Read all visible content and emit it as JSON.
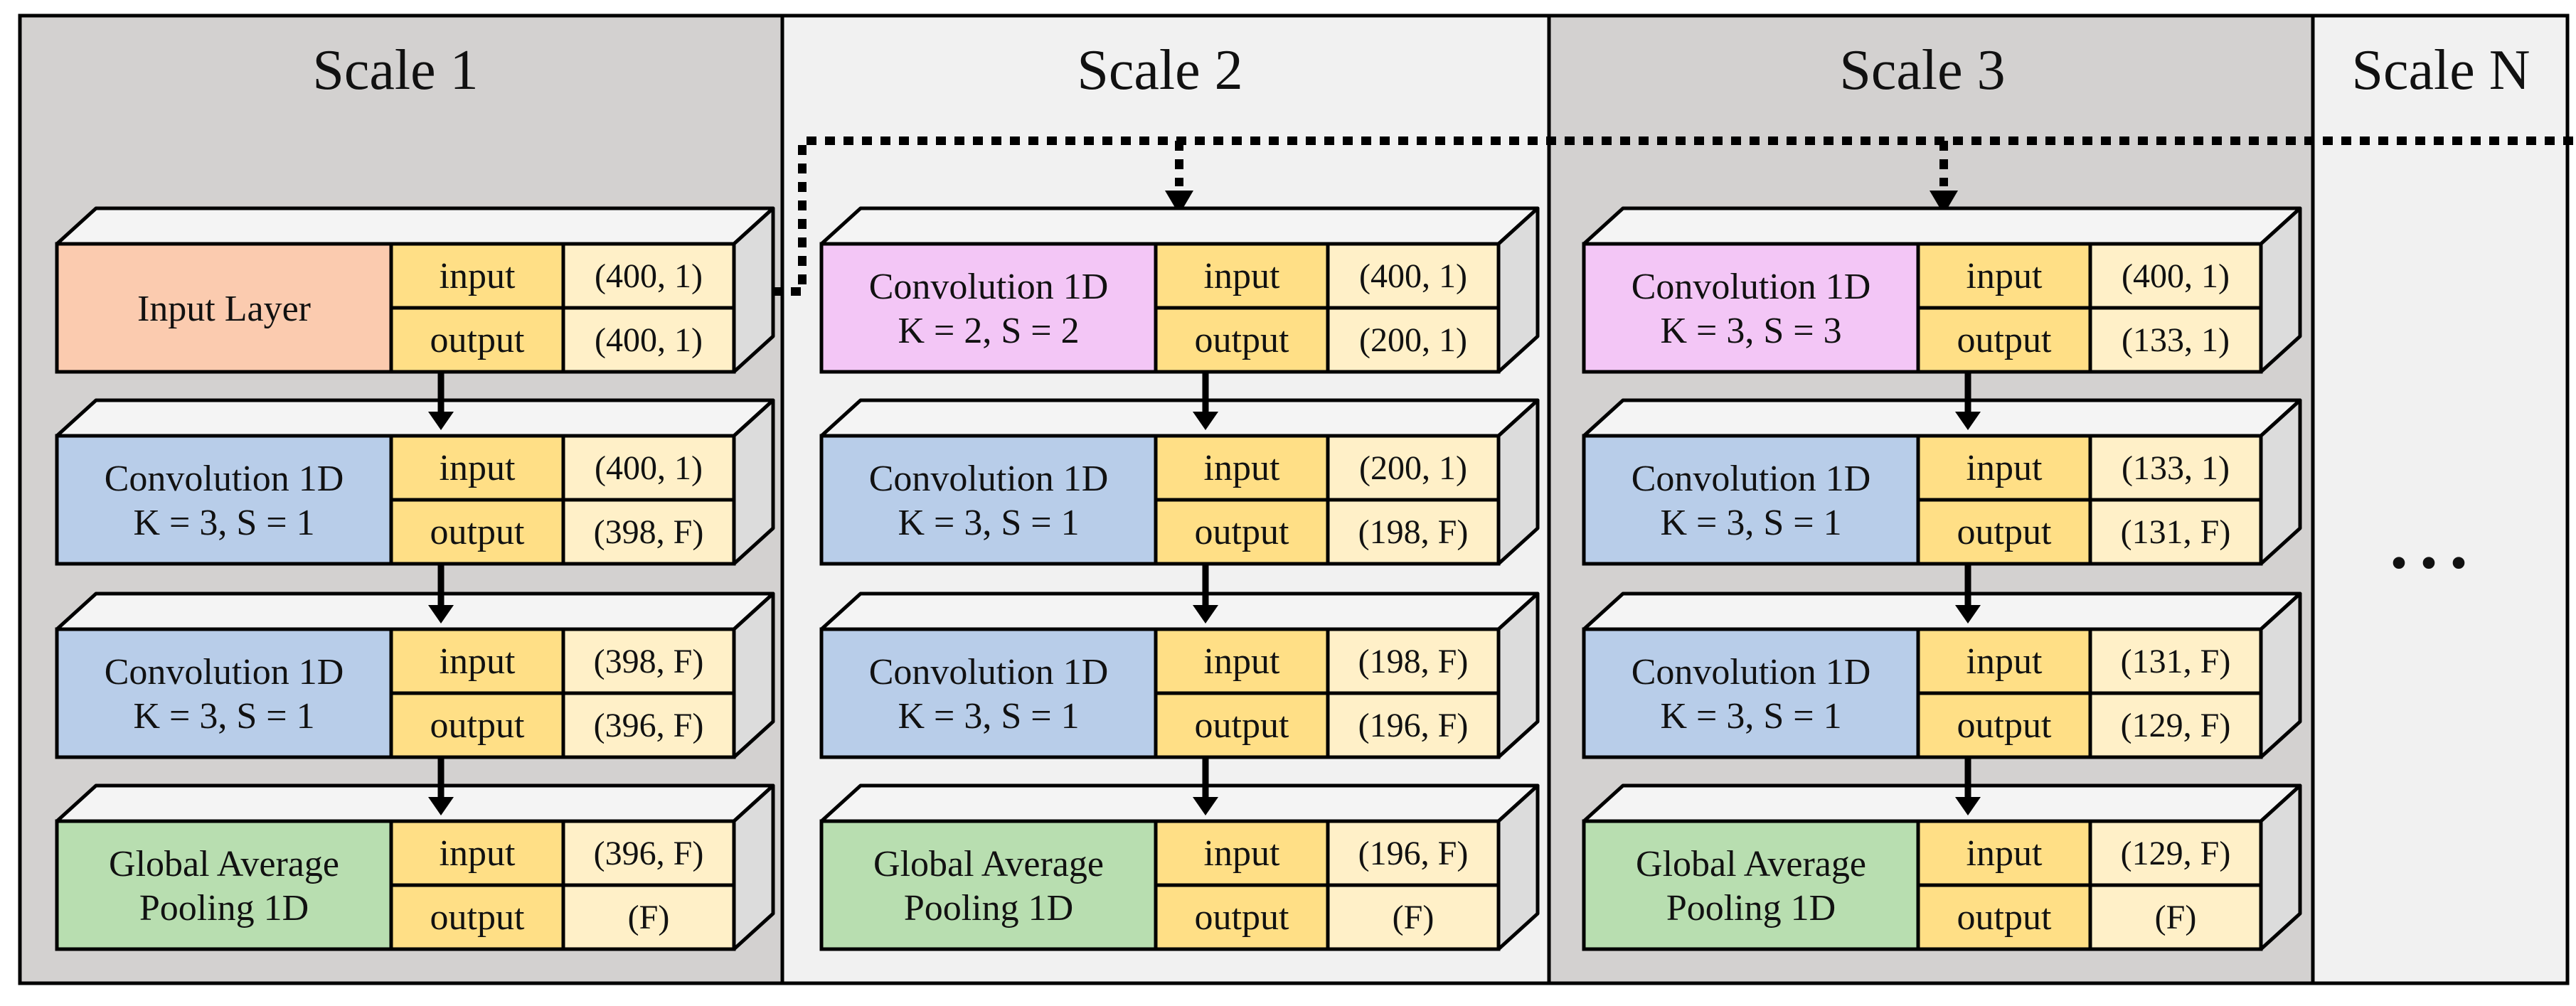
{
  "colors": {
    "panel_dark": "#d3d1d0",
    "panel_light": "#f1f1f1",
    "input_layer": "#fbcbaf",
    "conv_scale": "#f3c6f6",
    "conv": "#b8cde9",
    "pool": "#b8deb0",
    "io_cell": "#ffdf86",
    "value_cell": "#fff0c8",
    "face_top": "#f4f4f4",
    "face_side": "#dcdcdc",
    "stroke": "#000000"
  },
  "scales": [
    {
      "title": "Scale 1",
      "blocks": [
        {
          "label": [
            "Input Layer"
          ],
          "kind": "input_layer",
          "rows": [
            {
              "io": "input",
              "value": "(400, 1)"
            },
            {
              "io": "output",
              "value": "(400, 1)"
            }
          ]
        },
        {
          "label": [
            "Convolution 1D",
            "K = 3, S = 1"
          ],
          "kind": "conv",
          "rows": [
            {
              "io": "input",
              "value": "(400, 1)"
            },
            {
              "io": "output",
              "value": "(398, F)"
            }
          ]
        },
        {
          "label": [
            "Convolution 1D",
            "K = 3, S = 1"
          ],
          "kind": "conv",
          "rows": [
            {
              "io": "input",
              "value": "(398, F)"
            },
            {
              "io": "output",
              "value": "(396, F)"
            }
          ]
        },
        {
          "label": [
            "Global Average",
            "Pooling 1D"
          ],
          "kind": "pool",
          "rows": [
            {
              "io": "input",
              "value": "(396, F)"
            },
            {
              "io": "output",
              "value": "(F)"
            }
          ]
        }
      ]
    },
    {
      "title": "Scale 2",
      "blocks": [
        {
          "label": [
            "Convolution 1D",
            "K = 2, S = 2"
          ],
          "kind": "conv_scale",
          "rows": [
            {
              "io": "input",
              "value": "(400, 1)"
            },
            {
              "io": "output",
              "value": "(200, 1)"
            }
          ]
        },
        {
          "label": [
            "Convolution 1D",
            "K = 3, S = 1"
          ],
          "kind": "conv",
          "rows": [
            {
              "io": "input",
              "value": "(200, 1)"
            },
            {
              "io": "output",
              "value": "(198, F)"
            }
          ]
        },
        {
          "label": [
            "Convolution 1D",
            "K = 3, S = 1"
          ],
          "kind": "conv",
          "rows": [
            {
              "io": "input",
              "value": "(198, F)"
            },
            {
              "io": "output",
              "value": "(196, F)"
            }
          ]
        },
        {
          "label": [
            "Global Average",
            "Pooling 1D"
          ],
          "kind": "pool",
          "rows": [
            {
              "io": "input",
              "value": "(196, F)"
            },
            {
              "io": "output",
              "value": "(F)"
            }
          ]
        }
      ]
    },
    {
      "title": "Scale 3",
      "blocks": [
        {
          "label": [
            "Convolution 1D",
            "K = 3, S = 3"
          ],
          "kind": "conv_scale",
          "rows": [
            {
              "io": "input",
              "value": "(400, 1)"
            },
            {
              "io": "output",
              "value": "(133, 1)"
            }
          ]
        },
        {
          "label": [
            "Convolution 1D",
            "K = 3, S = 1"
          ],
          "kind": "conv",
          "rows": [
            {
              "io": "input",
              "value": "(133, 1)"
            },
            {
              "io": "output",
              "value": "(131, F)"
            }
          ]
        },
        {
          "label": [
            "Convolution 1D",
            "K = 3, S = 1"
          ],
          "kind": "conv",
          "rows": [
            {
              "io": "input",
              "value": "(131, F)"
            },
            {
              "io": "output",
              "value": "(129, F)"
            }
          ]
        },
        {
          "label": [
            "Global Average",
            "Pooling 1D"
          ],
          "kind": "pool",
          "rows": [
            {
              "io": "input",
              "value": "(129, F)"
            },
            {
              "io": "output",
              "value": "(F)"
            }
          ]
        }
      ]
    }
  ],
  "scale_n": {
    "title": "Scale N",
    "ellipsis": "• • •"
  }
}
